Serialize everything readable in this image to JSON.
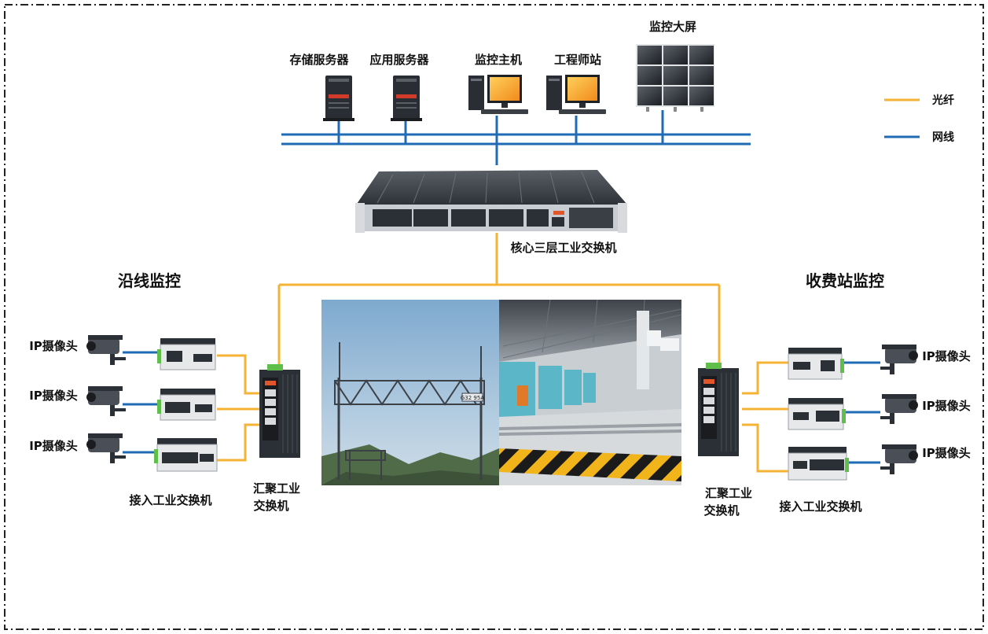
{
  "colors": {
    "fiber": "#f5b335",
    "ethernet": "#1f6bb5",
    "frame_border": "#222222",
    "device_dark": "#2b2f36",
    "device_light": "#e6e8ea"
  },
  "icons": {
    "storage_server": "tower-server-icon",
    "app_server": "tower-server-icon",
    "monitor_host": "desktop-computer-icon",
    "engineer_station": "desktop-computer-icon",
    "video_wall": "video-wall-icon",
    "core_switch": "rack-switch-icon",
    "agg_switch": "din-rail-switch-icon",
    "access_switch": "din-rail-switch-icon",
    "camera": "cctv-camera-icon"
  },
  "legend": {
    "fiber_label": "光纤",
    "ethernet_label": "网线"
  },
  "top": {
    "storage_server": "存储服务器",
    "app_server": "应用服务器",
    "monitor_host": "监控主机",
    "engineer_station": "工程师站",
    "video_wall": "监控大屏"
  },
  "core": {
    "label": "核心三层工业交换机"
  },
  "left": {
    "title": "沿线监控",
    "camera_labels": [
      "IP摄像头",
      "IP摄像头",
      "IP摄像头"
    ],
    "access_label": "接入工业交换机",
    "agg_label_line1": "汇聚工业",
    "agg_label_line2": "交换机"
  },
  "right": {
    "title": "收费站监控",
    "camera_labels": [
      "IP摄像头",
      "IP摄像头",
      "IP摄像头"
    ],
    "access_label": "接入工业交换机",
    "agg_label_line1": "汇聚工业",
    "agg_label_line2": "交换机"
  },
  "photo": {
    "gantry_sign": "G32 95A"
  }
}
